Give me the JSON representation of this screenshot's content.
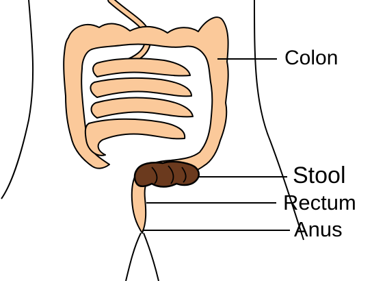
{
  "labels": {
    "colon": "Colon",
    "stool": "Stool",
    "rectum": "Rectum",
    "anus": "Anus"
  },
  "colors": {
    "tissue": "#fbc99a",
    "outline": "#000000",
    "stool": "#6b3a1e",
    "background": "#ffffff"
  }
}
